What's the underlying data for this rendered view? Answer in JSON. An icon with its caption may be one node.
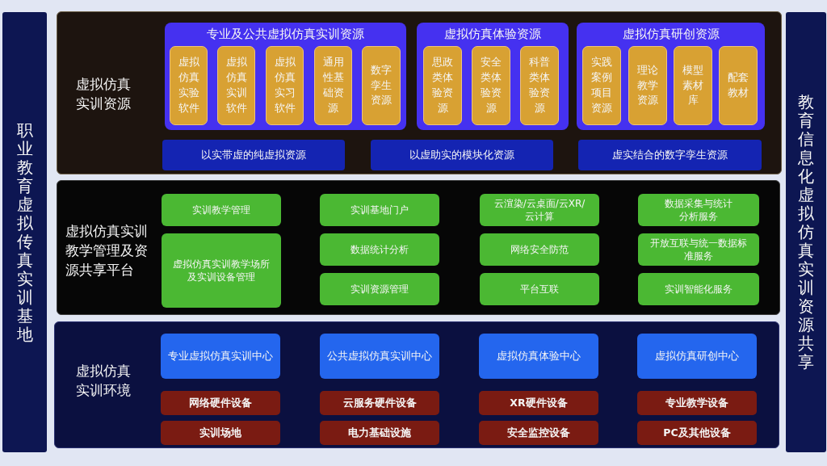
{
  "diagram": {
    "nodes": [
      {
        "text": [
          "职业教育虚拟传真实训基地"
        ]
      },
      {
        "text": [
          "虚拟仿真实训资源"
        ]
      },
      {
        "text": [
          "专业及公共虚拟仿真实训资源"
        ],
        "in": 1
      },
      {
        "text": [
          "虚拟仿真实验软件"
        ],
        "in": 2
      },
      {
        "text": [
          "虚拟仿真实训软件"
        ],
        "in": 2
      },
      {
        "text": [
          "虚拟仿真实习软件"
        ],
        "in": 2
      },
      {
        "text": [
          "通用性基础资源"
        ],
        "in": 2
      },
      {
        "text": [
          "数字孪生资源"
        ],
        "in": 2
      },
      {
        "text": [
          "虚拟仿真体验资源"
        ],
        "in": 1
      },
      {
        "text": [
          "思政类体验资源"
        ],
        "in": 8
      },
      {
        "text": [
          "安全类体验资源"
        ],
        "in": 8
      },
      {
        "text": [
          "科普类体验资源"
        ],
        "in": 8
      },
      {
        "text": [
          "虚拟仿真研创资源"
        ],
        "in": 1
      },
      {
        "text": [
          "实践案例项目资源"
        ],
        "in": 12
      },
      {
        "text": [
          "理论教学资源"
        ],
        "in": 12
      },
      {
        "text": [
          "模型素材库"
        ],
        "in": 12
      },
      {
        "text": [
          "配套教材"
        ],
        "in": 12
      },
      {
        "text": [
          "以实带虚的纯虚拟资源"
        ],
        "in": 1
      },
      {
        "text": [
          "以虚助实的模块化资源"
        ],
        "in": 1
      },
      {
        "text": [
          "虚实结合的数字孪生资源"
        ],
        "in": 1
      },
      {
        "text": [
          "虚拟仿真实训教学管理及资源共享平台"
        ]
      },
      {
        "text": [
          "实训教学管理"
        ],
        "in": 20
      },
      {
        "text": [
          "实训基地门户"
        ],
        "in": 20
      },
      {
        "text": [
          "云渲染/云桌面/云XR/云计算"
        ],
        "in": 20
      },
      {
        "text": [
          "数据采集与统计分析服务"
        ],
        "in": 20
      },
      {
        "text": [
          "虚拟仿真实训教学场所及实训设备管理"
        ],
        "in": 20
      },
      {
        "text": [
          "数据统计分析"
        ],
        "in": 20
      },
      {
        "text": [
          "网络安全防范"
        ],
        "in": 20
      },
      {
        "text": [
          "开放互联与统一数据标准服务"
        ],
        "in": 20
      },
      {
        "text": [
          "实训资源管理"
        ],
        "in": 20
      },
      {
        "text": [
          "平台互联"
        ],
        "in": 20
      },
      {
        "text": [
          "实训智能化服务"
        ],
        "in": 20
      },
      {
        "text": [
          "虚拟仿真实训环境"
        ]
      },
      {
        "text": [
          "专业虚拟仿真实训中心"
        ],
        "in": 32
      },
      {
        "text": [
          "公共虚拟仿真实训中心"
        ],
        "in": 32
      },
      {
        "text": [
          "虚拟仿真体验中心"
        ],
        "in": 32
      },
      {
        "text": [
          "虚拟仿真研创中心"
        ],
        "in": 32
      },
      {
        "text": [
          "网络硬件设备"
        ],
        "in": 32
      },
      {
        "text": [
          "云服务硬件设备"
        ],
        "in": 32
      },
      {
        "text": [
          "XR硬件设备"
        ],
        "in": 32
      },
      {
        "text": [
          "专业教学设备"
        ],
        "in": 32
      },
      {
        "text": [
          "实训场地"
        ],
        "in": 32
      },
      {
        "text": [
          "电力基础设施"
        ],
        "in": 32
      },
      {
        "text": [
          "安全监控设备"
        ],
        "in": 32
      },
      {
        "text": [
          "PC及其他设备"
        ],
        "in": 32
      },
      {
        "text": [
          "教育信息化虚拟仿真实训资源共享"
        ]
      }
    ]
  }
}
